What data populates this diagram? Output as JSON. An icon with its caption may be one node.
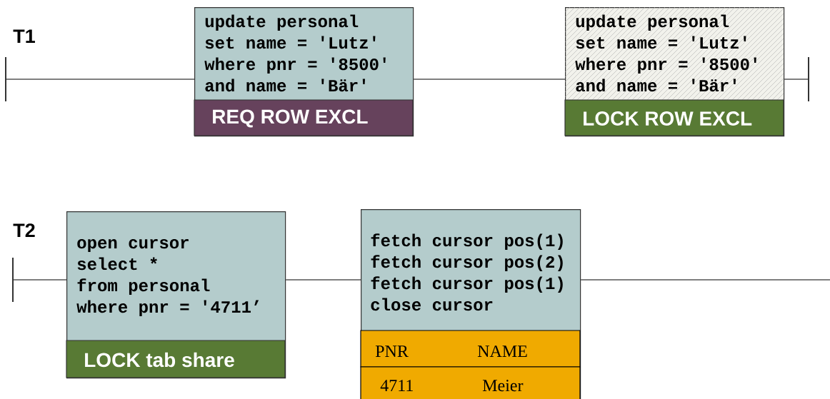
{
  "diagram": {
    "nodes": [
      {
        "text": [],
        "shape": "bar"
      },
      {
        "text": [
          "update personal",
          "set name  = 'Lutz'",
          "where pnr = '8500'",
          "and name  = 'Bär'",
          "REQ ROW EXCL"
        ]
      },
      {
        "text": [
          "update personal",
          "set name  = 'Lutz'",
          "where pnr = '8500'",
          "and  name = 'Bär'",
          "LOCK ROW EXCL"
        ]
      },
      {
        "text": [],
        "shape": "bar"
      },
      {
        "text": [],
        "shape": "bar"
      },
      {
        "text": [
          "open cursor",
          "select *",
          "from personal",
          "where pnr = '4711’",
          "LOCK tab share"
        ]
      },
      {
        "text": [
          "fetch cursor pos(1)",
          "fetch cursor pos(2)",
          "fetch cursor pos(1)",
          "close cursor",
          "PNR",
          "NAME",
          "4711",
          "Meier"
        ]
      }
    ],
    "edges": [
      {
        "from": 0,
        "to": 1,
        "arrow": "none"
      },
      {
        "from": 1,
        "to": 2,
        "arrow": "none"
      },
      {
        "from": 2,
        "to": 3,
        "arrow": "none"
      },
      {
        "from": 4,
        "to": 5,
        "arrow": "none"
      },
      {
        "from": 5,
        "to": 6,
        "arrow": "none"
      },
      {
        "from": 6,
        "to": null,
        "arrow": "none"
      }
    ],
    "labels": [
      "T1",
      "T2"
    ]
  }
}
